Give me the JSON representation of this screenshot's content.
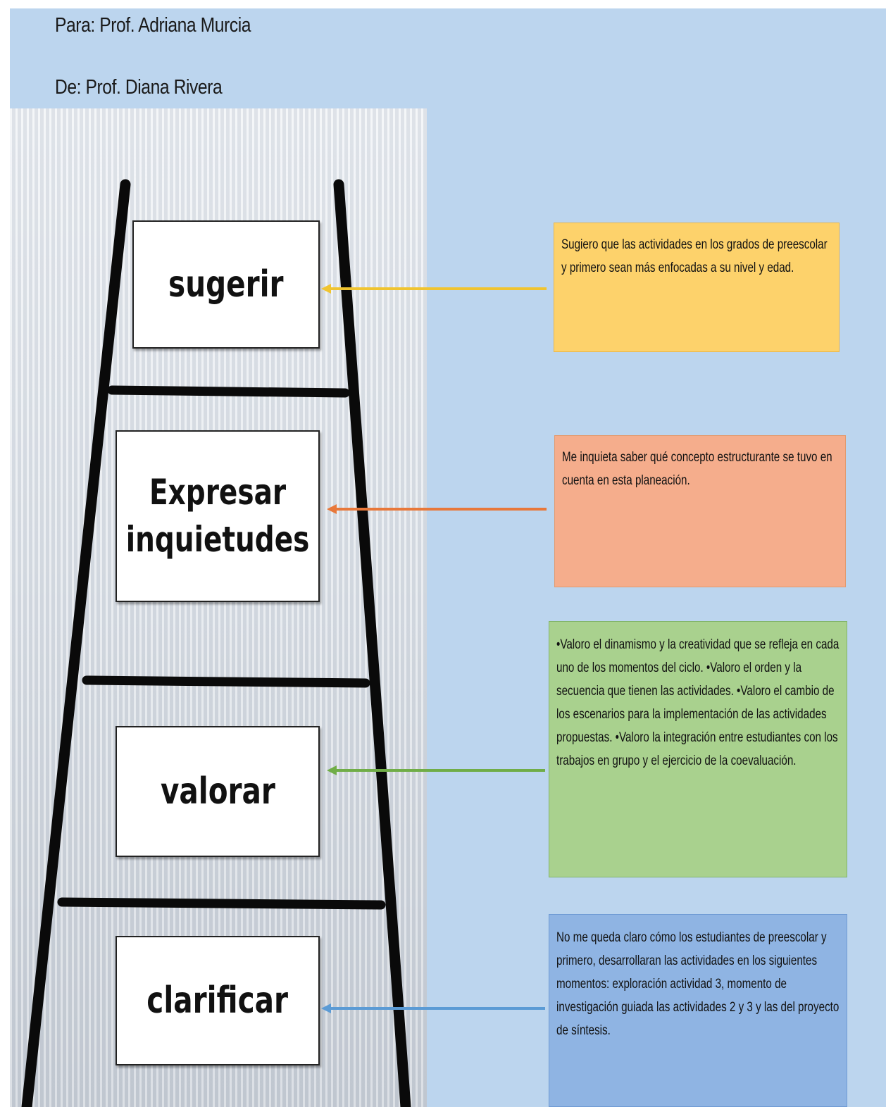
{
  "header": {
    "to": "Para: Prof. Adriana Murcia",
    "from": "De: Prof. Diana Rivera"
  },
  "ladder_steps": [
    {
      "label": "sugerir"
    },
    {
      "label": "Expresar\ninquietudes"
    },
    {
      "label": "valorar"
    },
    {
      "label": "clarificar"
    }
  ],
  "notes": [
    {
      "text": "Sugiero que las actividades en los grados de preescolar y primero sean más enfocadas a su nivel y edad.",
      "color": "#fdd26b",
      "arrow_color": "#f0c430"
    },
    {
      "text": "Me inquieta saber qué concepto estructurante se tuvo en cuenta en esta planeación.",
      "color": "#f5ad8c",
      "arrow_color": "#e8783a"
    },
    {
      "text": "•Valoro el dinamismo y la creatividad que se refleja en  cada uno de los momentos del ciclo. •Valoro el orden y  la secuencia que tienen las actividades. •Valoro el cambio de los escenarios para la implementación de las actividades propuestas. •Valoro la integración entre estudiantes con los trabajos en grupo y el ejercicio de la coevaluación.",
      "color": "#a9d18e",
      "arrow_color": "#70ad47"
    },
    {
      "text": "No me queda claro cómo los estudiantes de preescolar y primero, desarrollaran las actividades en los siguientes momentos: exploración actividad 3, momento de  investigación guiada las actividades 2 y 3 y las del proyecto de síntesis.",
      "color": "#8fb4e3",
      "arrow_color": "#5b9bd5"
    }
  ]
}
